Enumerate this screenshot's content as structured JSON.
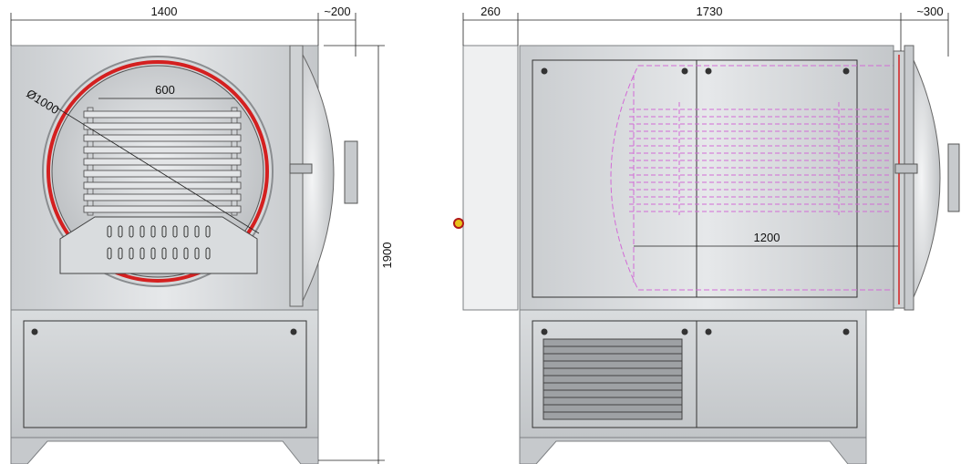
{
  "front_view": {
    "width_label": "1400",
    "door_depth_label": "~200",
    "height_label": "1900",
    "diameter_label": "Ø1000",
    "shelf_width_label": "600"
  },
  "side_view": {
    "panel_depth_label": "260",
    "body_depth_label": "1730",
    "door_depth_label": "~300",
    "shelf_length_label": "1200"
  },
  "colors": {
    "steel": "#cfd2d4",
    "seal": "#d42020",
    "hidden_lines": "#d26bd6",
    "button": "#e8c21a"
  }
}
